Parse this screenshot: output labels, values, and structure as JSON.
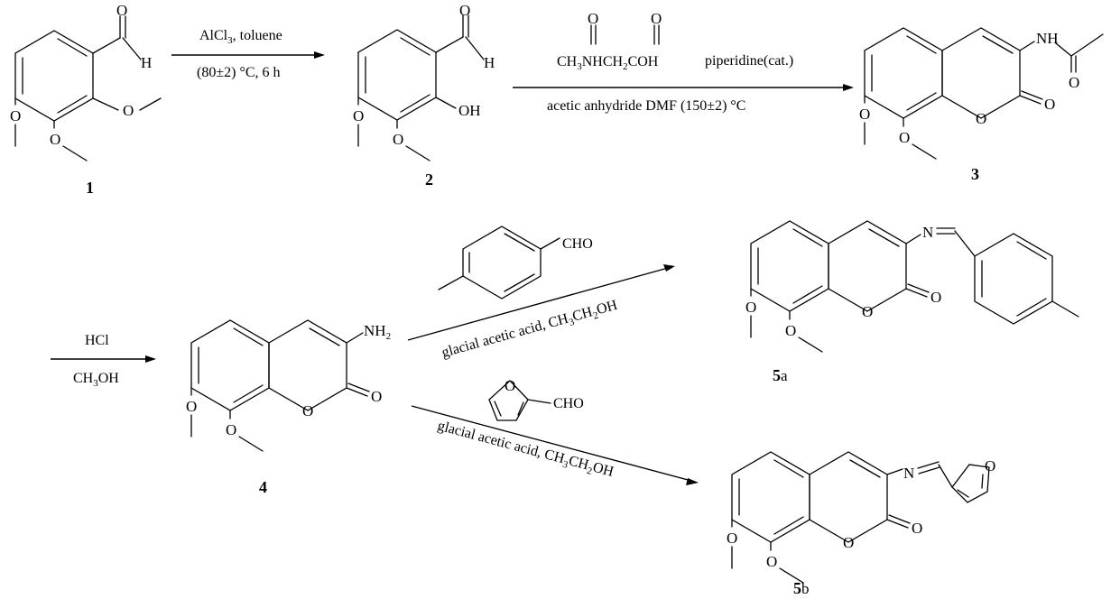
{
  "compounds": {
    "c1": "1",
    "c2": "2",
    "c3": "3",
    "c4": "4",
    "c5a_bold": "5",
    "c5a_suffix": "a",
    "c5b_bold": "5",
    "c5b_suffix": "b"
  },
  "atoms": {
    "O": "O",
    "H": "H",
    "N": "N",
    "OH": "OH",
    "NH": "NH",
    "sub2": "2",
    "ch3": "CH",
    "sub3": "3",
    "nhch": "NHCH",
    "coh": "COH",
    "cho": "CHO"
  },
  "step1": {
    "reagent_a": "AlCl",
    "reagent_a_sub": "3",
    "reagent_b": ", toluene",
    "conditions": "(80±2) °C, 6 h"
  },
  "step2": {
    "catalyst": "piperidine(cat.)",
    "conditions": "acetic anhydride DMF (150±2) °C"
  },
  "step3": {
    "reagent": "HCl",
    "solvent": "CH",
    "solvent_sub": "3",
    "solvent_end": "OH"
  },
  "step4": {
    "solvent_a": "glacial acetic acid, CH",
    "sub3": "3",
    "mid": "CH",
    "sub2": "2",
    "end": "OH"
  }
}
